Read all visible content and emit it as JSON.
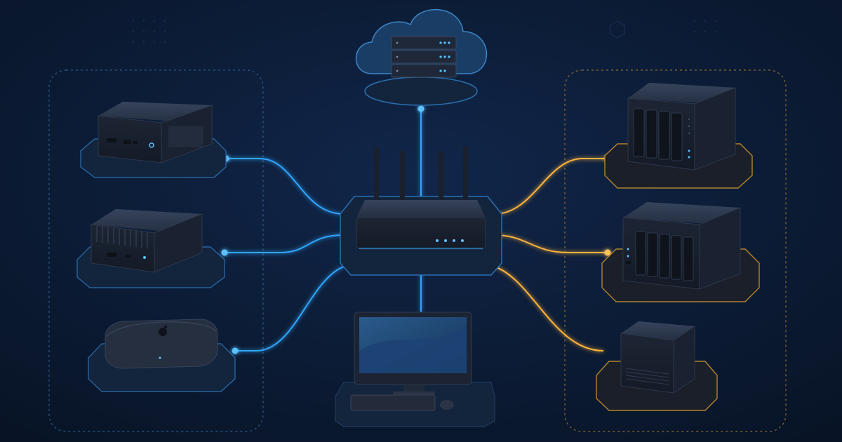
{
  "theme": {
    "background_top": "#0d2140",
    "background_bottom": "#081426",
    "blue_link": "#2fa7ff",
    "amber_link": "#ffb43a",
    "device_dark": "#1c2433",
    "device_mid": "#283245",
    "pad_color": "#13243d",
    "zone_outline_left": "#2b5a8a",
    "zone_outline_right": "#8a6a35"
  },
  "nodes": {
    "cloud": {
      "icon": "cloud-server-icon"
    },
    "router": {
      "icon": "wifi-router-icon",
      "antennas": 4,
      "leds": 4
    },
    "desktop": {
      "icon": "desktop-monitor-icon"
    },
    "left_devices": [
      {
        "icon": "mini-pc-icon"
      },
      {
        "icon": "finned-mini-pc-icon"
      },
      {
        "icon": "mac-mini-icon"
      }
    ],
    "right_devices": [
      {
        "icon": "nas-4-bay-icon",
        "bays": 4
      },
      {
        "icon": "nas-5-bay-icon",
        "bays": 5
      },
      {
        "icon": "small-server-icon"
      }
    ]
  },
  "links": {
    "blue": [
      "cloud-router",
      "mini-pc-router",
      "finned-pc-router",
      "mac-mini-router",
      "router-desktop"
    ],
    "amber": [
      "router-nas-4",
      "router-nas-5",
      "router-small-server"
    ]
  }
}
